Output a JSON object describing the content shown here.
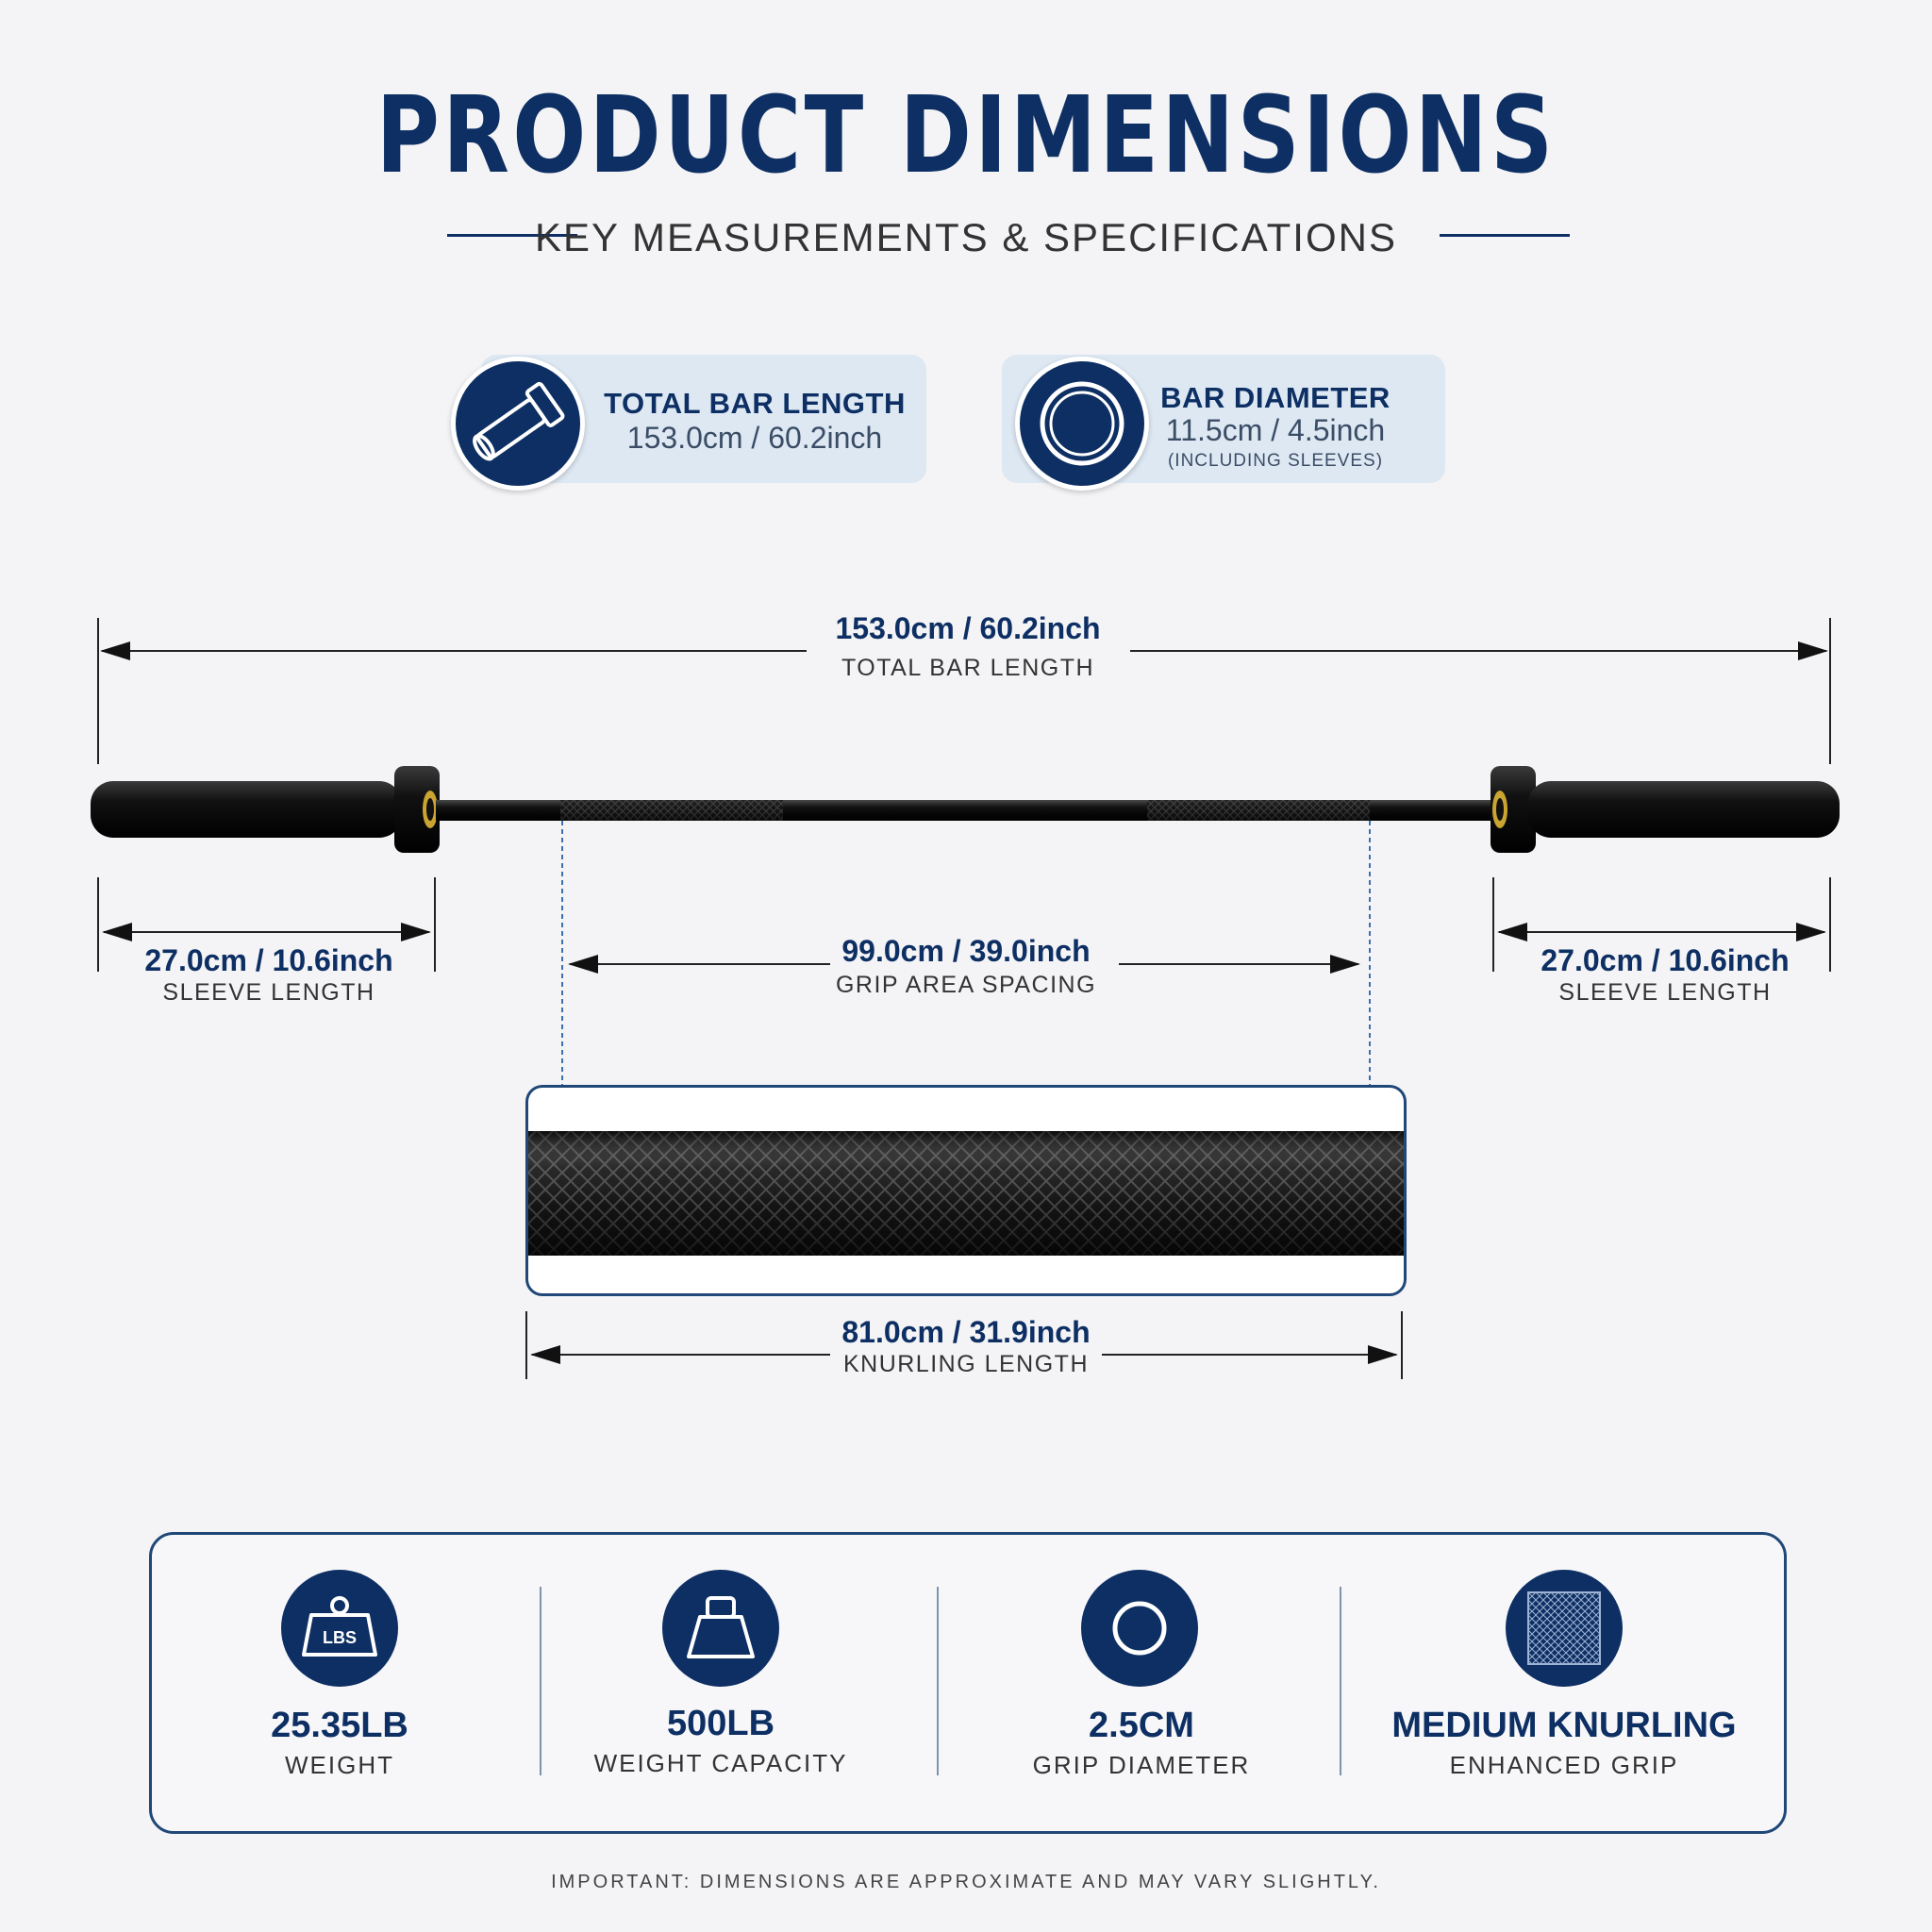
{
  "header": {
    "title": "PRODUCT DIMENSIONS",
    "subtitle": "KEY MEASUREMENTS & SPECIFICATIONS"
  },
  "spec_cards": [
    {
      "icon": "barbar-sleeve-icon",
      "heading": "TOTAL BAR LENGTH",
      "value": "153.0cm / 60.2inch"
    },
    {
      "icon": "ring-icon",
      "heading": "BAR DIAMETER",
      "value": "11.5cm / 4.5inch",
      "note": "(INCLUDING SLEEVES)"
    }
  ],
  "dimensions": {
    "total": {
      "value": "153.0cm / 60.2inch",
      "label": "TOTAL BAR LENGTH"
    },
    "sleeve_left": {
      "value": "27.0cm / 10.6inch",
      "label": "SLEEVE LENGTH"
    },
    "sleeve_right": {
      "value": "27.0cm / 10.6inch",
      "label": "SLEEVE LENGTH"
    },
    "grip": {
      "value": "99.0cm / 39.0inch",
      "label": "GRIP AREA SPACING"
    },
    "knurling": {
      "value": "81.0cm / 31.9inch",
      "label": "KNURLING LENGTH"
    }
  },
  "features": [
    {
      "icon": "lbs-weight-icon",
      "icon_text": "LBS",
      "value": "25.35LB",
      "label": "WEIGHT"
    },
    {
      "icon": "kettlebell-weight-icon",
      "value": "500LB",
      "label": "WEIGHT CAPACITY"
    },
    {
      "icon": "circle-icon",
      "value": "2.5CM",
      "label": "GRIP DIAMETER"
    },
    {
      "icon": "knurling-texture-icon",
      "value": "MEDIUM KNURLING",
      "label": "ENHANCED GRIP"
    }
  ],
  "footnote": "IMPORTANT: DIMENSIONS ARE APPROXIMATE AND MAY VARY SLIGHTLY.",
  "colors": {
    "navy": "#0d2f63",
    "card_bg": "#dde8f3",
    "background": "#f4f4f6"
  }
}
